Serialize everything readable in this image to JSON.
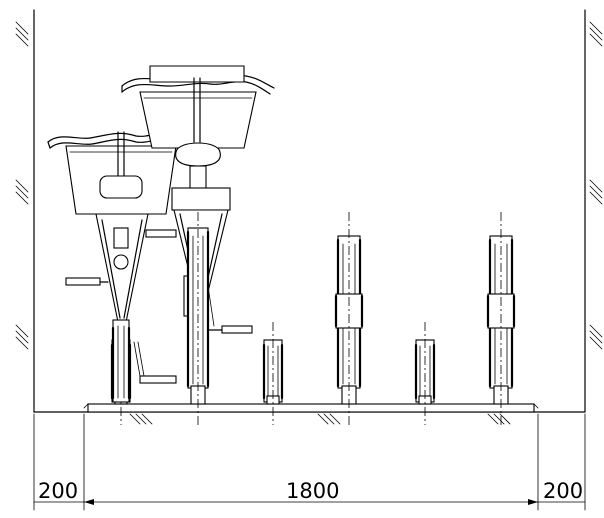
{
  "dimensions": {
    "left_clearance": "200",
    "rack_length": "1800",
    "right_clearance": "200"
  }
}
